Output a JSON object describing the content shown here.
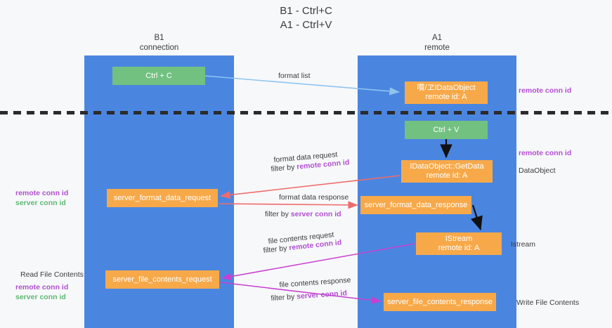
{
  "title": {
    "line1": "B1 - Ctrl+C",
    "line2": "A1 - Ctrl+V"
  },
  "lanes": [
    {
      "name": "B1",
      "sub": "connection",
      "color": "#4a86e0"
    },
    {
      "name": "A1",
      "sub": "remote",
      "color": "#4a86e0"
    }
  ],
  "nodes": {
    "ctrl_c": {
      "line1": "Ctrl + C",
      "line2": "",
      "color": "#72c181"
    },
    "idataobject": {
      "line1": "嚽/ヱIDataObject",
      "line2": "remote id: A",
      "color": "#f7a94a"
    },
    "ctrl_v": {
      "line1": "Ctrl + V",
      "line2": "",
      "color": "#72c181"
    },
    "getdata": {
      "line1": "IDataObject::GetData",
      "line2": "remote id: A",
      "color": "#f7a94a"
    },
    "server_format_data_request": {
      "line1": "server_format_data_request",
      "line2": "",
      "color": "#f7a94a"
    },
    "server_format_data_response": {
      "line1": "server_format_data_response",
      "line2": "",
      "color": "#f7a94a"
    },
    "istream": {
      "line1": "IStream",
      "line2": "remote id: A",
      "color": "#f7a94a"
    },
    "server_file_contents_request": {
      "line1": "server_file_contents_request",
      "line2": "",
      "color": "#f7a94a"
    },
    "server_file_contents_response": {
      "line1": "server_file_contents_response",
      "line2": "",
      "color": "#f7a94a"
    }
  },
  "edge_labels": {
    "format_list": "format list",
    "format_data_request": "format data request",
    "format_data_request_filter_pre": "filter by ",
    "format_data_request_filter_key": "remote conn id",
    "format_data_response": "format data response",
    "format_data_response_filter_pre": "filter by ",
    "format_data_response_filter_key": "server conn id",
    "file_contents_request": "file contents request",
    "file_contents_request_filter_pre": "filter by ",
    "file_contents_request_filter_key": "remote conn id",
    "file_contents_response": "file contents response",
    "file_contents_response_filter_pre": "filter by ",
    "file_contents_response_filter_key": "server conn id"
  },
  "annotations": {
    "right_top_remote": "remote conn id",
    "right_mid_remote": "remote conn id",
    "right_dataobject": "DataObject",
    "right_istream": "Istream",
    "right_write_file": "Write File Contents",
    "left_remote_1": "remote conn id",
    "left_server_1": "server conn id",
    "left_read_file": "Read File Contents",
    "left_remote_2": "remote conn id",
    "left_server_2": "server conn id"
  },
  "colors": {
    "lane": "#4a86e0",
    "green_node": "#72c181",
    "orange_node": "#f7a94a",
    "remote_key": "#b24fd0",
    "server_key": "#5fb873",
    "arrow_blue": "#8fc4ef",
    "arrow_red": "#ef6b6b",
    "arrow_magenta": "#c93fd0",
    "arrow_black": "#111111",
    "divider": "#2b2b2b",
    "text": "#3c3c3c",
    "background": "#f7f8fa"
  }
}
